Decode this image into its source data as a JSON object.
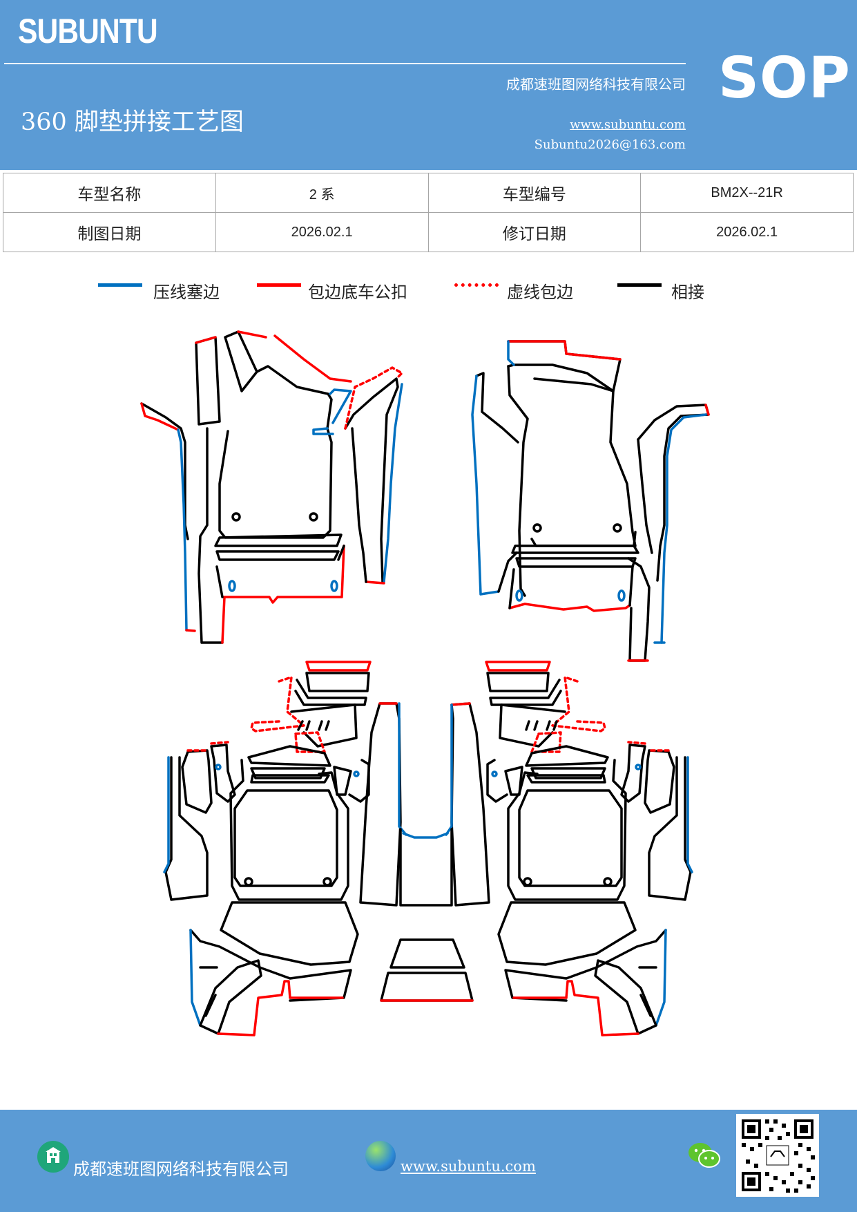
{
  "header": {
    "brand": "SUBUNTU",
    "company": "成都速班图网络科技有限公司",
    "title": "360 脚垫拼接工艺图",
    "website": "www.subuntu.com",
    "email": "Subuntu2026@163.com",
    "badge": "SOP"
  },
  "info": {
    "model_name_label": "车型名称",
    "model_name": "2 系",
    "model_code_label": "车型编号",
    "model_code": "BM2X--21R",
    "draw_date_label": "制图日期",
    "draw_date": "2026.02.1",
    "revise_date_label": "修订日期",
    "revise_date": "2026.02.1"
  },
  "legend": [
    {
      "label": "压线塞边",
      "color": "#0070c0",
      "style": "solid"
    },
    {
      "label": "包边底车公扣",
      "color": "#ff0000",
      "style": "solid"
    },
    {
      "label": "虚线包边",
      "color": "#ff0000",
      "style": "dotted"
    },
    {
      "label": "相接",
      "color": "#000000",
      "style": "solid"
    }
  ],
  "footer": {
    "company": "成都速班图网络科技有限公司",
    "website": "www.subuntu.com",
    "icons": [
      "building-icon",
      "globe-icon",
      "wechat-icon",
      "qr-code"
    ]
  }
}
